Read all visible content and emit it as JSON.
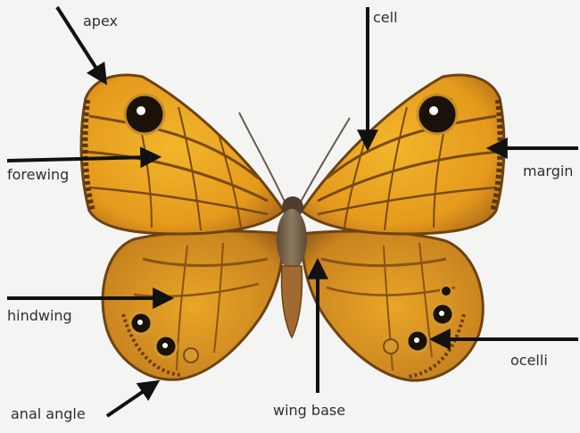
{
  "labels": {
    "apex": "apex",
    "cell": "cell",
    "forewing": "forewing",
    "margin": "margin",
    "hindwing": "hindwing",
    "ocelli": "ocelli",
    "anal_angle": "anal angle",
    "wing_base": "wing base"
  },
  "colors": {
    "background": "#f4f4f3",
    "wing_orange": "#e9a21f",
    "wing_brown": "#8a5416",
    "wing_dark": "#5a3510",
    "eyespot": "#1a1108",
    "arrow": "#111111",
    "text": "#2f2f2f"
  }
}
